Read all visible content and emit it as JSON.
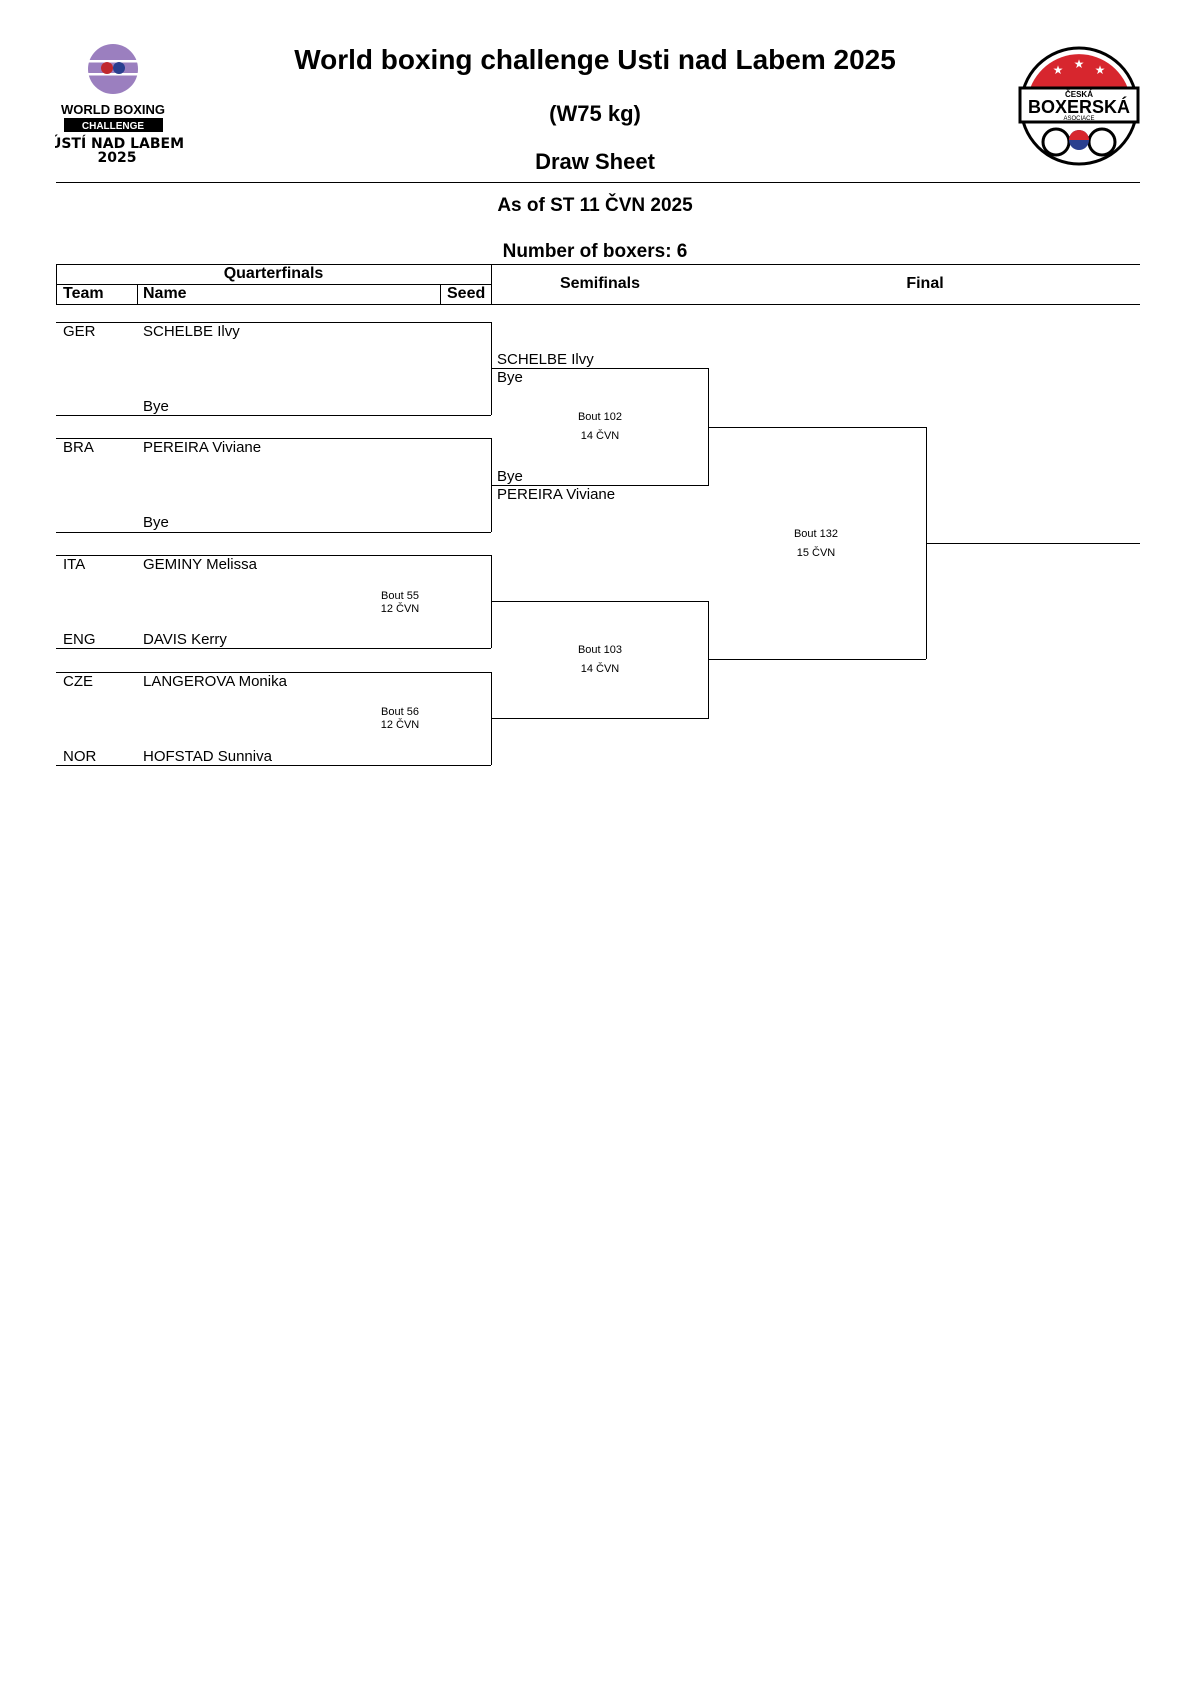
{
  "header": {
    "title": "World boxing challenge Usti nad Labem 2025",
    "weight_class": "(W75 kg)",
    "sheet": "Draw Sheet",
    "as_of": "As of ST 11 ČVN 2025",
    "boxer_count": "Number of boxers: 6"
  },
  "logos": {
    "left": {
      "line1": "WORLD BOXING",
      "line2": "CHALLENGE",
      "line3": "ÚSTÍ NAD LABEM",
      "line4": "2025"
    },
    "right": {
      "top": "ČESKÁ",
      "main": "BOXERSKÁ",
      "bottom": "ASOCIACE"
    }
  },
  "columns": {
    "quarterfinals": "Quarterfinals",
    "team": "Team",
    "name": "Name",
    "seed": "Seed",
    "semifinals": "Semifinals",
    "final": "Final"
  },
  "quarterfinals": [
    {
      "team": "GER",
      "name": "SCHELBE Ilvy",
      "opponent": "Bye"
    },
    {
      "team": "BRA",
      "name": "PEREIRA Viviane",
      "opponent": "Bye"
    },
    {
      "team": "ITA",
      "name": "GEMINY Melissa",
      "opp_team": "ENG",
      "opponent": "DAVIS Kerry",
      "bout": "Bout 55",
      "date": "12 ČVN"
    },
    {
      "team": "CZE",
      "name": "LANGEROVA Monika",
      "opp_team": "NOR",
      "opponent": "HOFSTAD Sunniva",
      "bout": "Bout 56",
      "date": "12 ČVN"
    }
  ],
  "semifinals": [
    {
      "top": "SCHELBE Ilvy",
      "top_sub": "Bye",
      "bottom_sub": "Bye",
      "bottom": "PEREIRA Viviane",
      "bout": "Bout 102",
      "date": "14 ČVN"
    },
    {
      "bout": "Bout 103",
      "date": "14 ČVN"
    }
  ],
  "final": {
    "bout": "Bout 132",
    "date": "15 ČVN"
  },
  "colors": {
    "logo_purple": "#9b7fbf",
    "logo_red": "#d7262e"
  }
}
